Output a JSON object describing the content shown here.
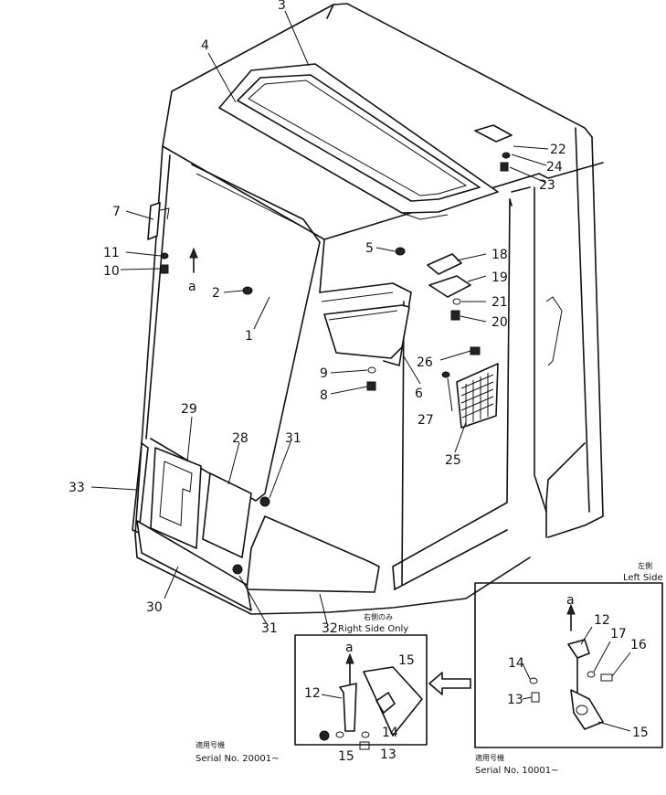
{
  "callouts": [
    {
      "id": "c3",
      "text": "3"
    },
    {
      "id": "c4",
      "text": "4"
    },
    {
      "id": "c22",
      "text": "22"
    },
    {
      "id": "c24",
      "text": "24"
    },
    {
      "id": "c23",
      "text": "23"
    },
    {
      "id": "c7",
      "text": "7"
    },
    {
      "id": "c11",
      "text": "11"
    },
    {
      "id": "c10",
      "text": "10"
    },
    {
      "id": "c5",
      "text": "5"
    },
    {
      "id": "c18",
      "text": "18"
    },
    {
      "id": "c19",
      "text": "19"
    },
    {
      "id": "c21",
      "text": "21"
    },
    {
      "id": "c20",
      "text": "20"
    },
    {
      "id": "c2",
      "text": "2"
    },
    {
      "id": "c1",
      "text": "1"
    },
    {
      "id": "c9",
      "text": "9"
    },
    {
      "id": "c8",
      "text": "8"
    },
    {
      "id": "c26",
      "text": "26"
    },
    {
      "id": "c6",
      "text": "6"
    },
    {
      "id": "c27",
      "text": "27"
    },
    {
      "id": "c25",
      "text": "25"
    },
    {
      "id": "c29",
      "text": "29"
    },
    {
      "id": "c28",
      "text": "28"
    },
    {
      "id": "c31a",
      "text": "31"
    },
    {
      "id": "c33",
      "text": "33"
    },
    {
      "id": "c30",
      "text": "30"
    },
    {
      "id": "c31b",
      "text": "31"
    },
    {
      "id": "c32",
      "text": "32"
    },
    {
      "id": "ca_main",
      "text": "a"
    }
  ],
  "right_inset": {
    "note_jp": "右側のみ",
    "title": "Right Side Only",
    "arrow_label": "a",
    "serial_jp": "適用号機",
    "serial": "Serial No. 20001~",
    "labels": {
      "p12": "12",
      "p15a": "15",
      "p14": "14",
      "p15b": "15",
      "p13": "13"
    }
  },
  "left_inset": {
    "note_jp": "左側",
    "title": "Left Side",
    "arrow_label": "a",
    "serial_jp": "適用号機",
    "serial": "Serial No. 10001~",
    "labels": {
      "p12": "12",
      "p17": "17",
      "p16": "16",
      "p14": "14",
      "p13": "13",
      "p15": "15"
    }
  }
}
